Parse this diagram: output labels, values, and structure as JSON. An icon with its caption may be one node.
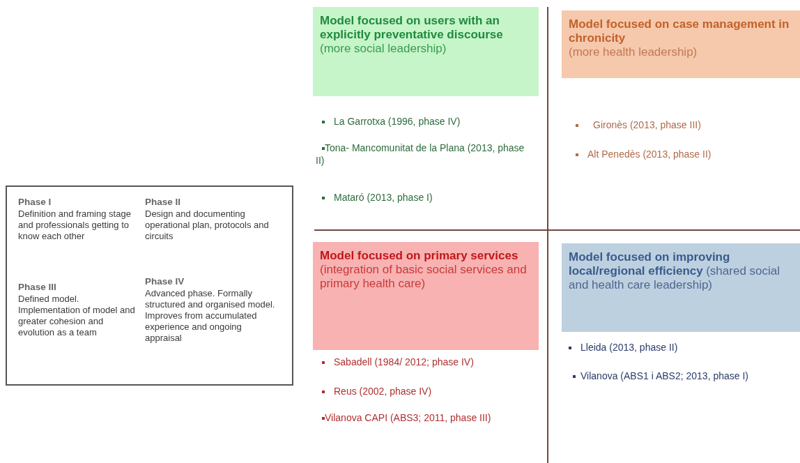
{
  "diagram": {
    "nodes": [
      {
        "text": [
          "Phase I",
          "Definition and framing stage and professionals getting to know each other",
          "Phase II",
          "Design and documenting operational plan, protocols and circuits",
          "Phase III",
          "Defined model. Implementation of model and greater cohesion and evolution as a team",
          "Phase IV",
          "Advanced phase. Formally structured and organised model. Improves from accumulated experience and ongoing appraisal"
        ]
      },
      {
        "text": [
          "Model focused on users with an explicitly preventative discourse",
          "(more social leadership)"
        ]
      },
      {
        "text": [
          "Model focused on case management in chronicity",
          "(more health leadership)"
        ]
      },
      {
        "text": [
          "Model focused on primary services",
          "(integration of basic social services and primary health care)"
        ]
      },
      {
        "text": [
          "Model focused on improving local/regional efficiency",
          "(shared social and health care leadership)"
        ]
      }
    ],
    "edges": [],
    "labels": [
      "La Garrotxa  (1996,  phase IV)",
      "Tona- Mancomunitat de la Plana (2013, phase II)",
      "Mataró (2013, phase I)",
      "Gironès  (2013, phase III)",
      "Alt Penedès (2013, phase II)",
      "Sabadell (1984/ 2012; phase IV)",
      "Reus (2002, phase  IV)",
      "Vilanova CAPI (ABS3; 2011, phase III)",
      "Lleida (2013, phase II)",
      "Vilanova (ABS1 i ABS2; 2013, phase I)"
    ]
  }
}
